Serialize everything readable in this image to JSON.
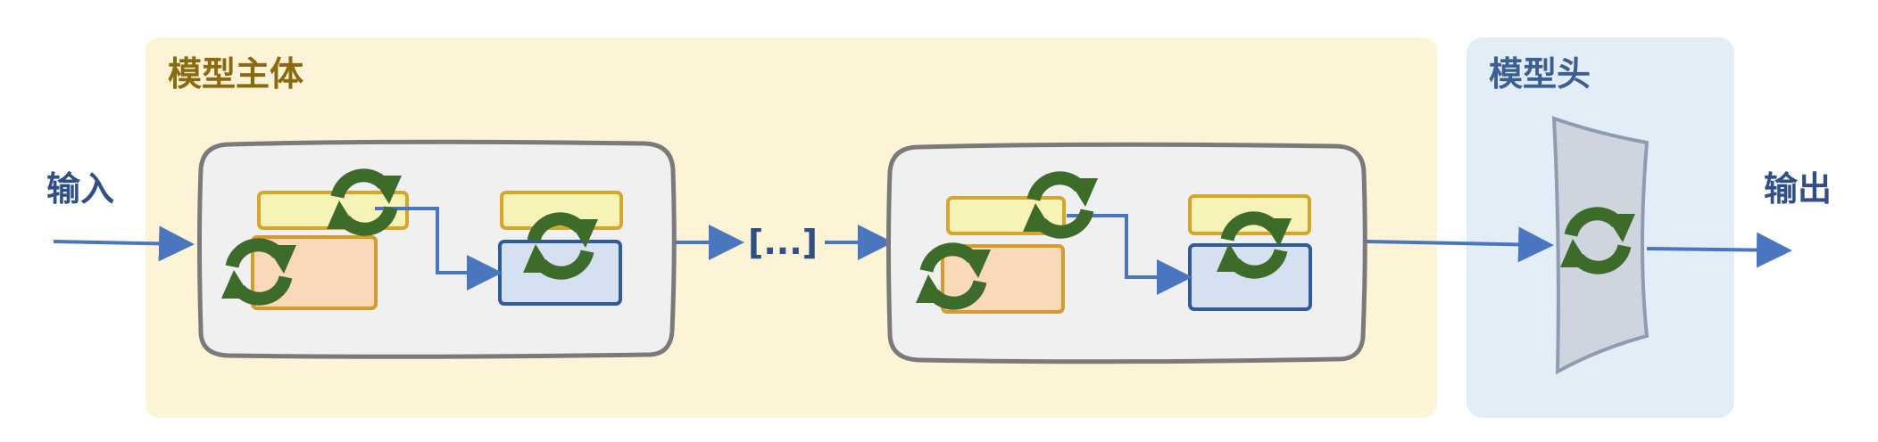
{
  "labels": {
    "body_title": "模型主体",
    "head_title": "模型头",
    "input": "输入",
    "output": "输出",
    "ellipsis": "[...]"
  },
  "colors": {
    "body_panel": "#fdf3d6",
    "head_panel": "#e3edf8",
    "body_title_text": "#8a6a10",
    "head_title_text": "#3b5f93",
    "io_text": "#2f4f86",
    "arrow": "#4a76c0",
    "layer_box_fill": "#f0f0f0",
    "layer_box_stroke": "#7a7a7a",
    "yellow_block_fill": "#f7f3b6",
    "yellow_block_stroke": "#d6a52c",
    "orange_block_fill": "#fad9b8",
    "orange_block_stroke": "#d79a2e",
    "blue_block_fill": "#d5e0f1",
    "blue_block_stroke": "#2e5a9e",
    "refresh_icon": "#3c6b2a",
    "head_shape_fill": "#cfd5df",
    "head_shape_stroke": "#8e9bb0"
  },
  "icons": [
    "refresh-icon",
    "arrow-right-icon"
  ]
}
